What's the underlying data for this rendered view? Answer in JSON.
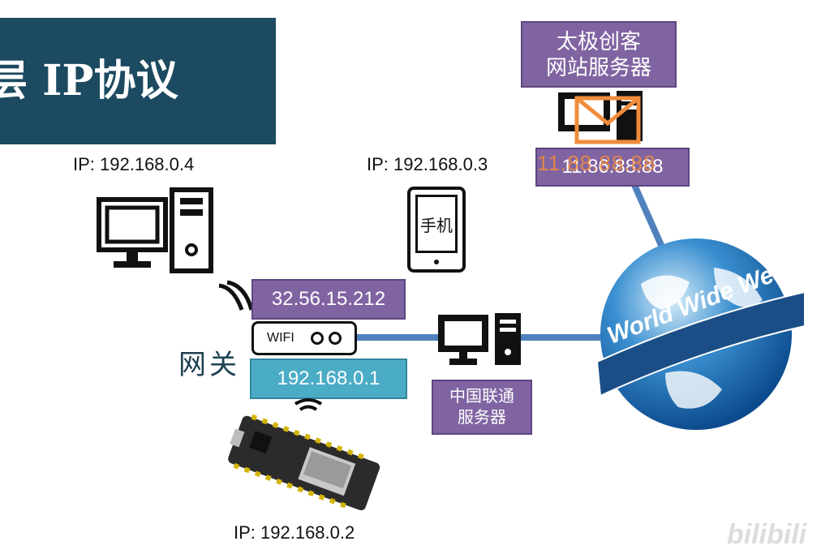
{
  "title": "层 IP协议",
  "devices": {
    "pc_ip": "IP: 192.168.0.4",
    "phone_ip": "IP: 192.168.0.3",
    "phone_label": "手机",
    "board_ip": "IP: 192.168.0.2"
  },
  "router": {
    "public_ip": "32.56.15.212",
    "wifi_label": "WIFI",
    "lan_ip": "192.168.0.1",
    "gateway_label": "网关"
  },
  "isp": {
    "line1": "中国联通",
    "line2": "服务器"
  },
  "server": {
    "line1": "太极创客",
    "line2": "网站服务器",
    "ip": "11.86.88.88",
    "ip_overlay": "11.88.88.88"
  },
  "globe_text": "World Wide Web",
  "watermark": "bilibili",
  "colors": {
    "title_bg": "#1c4a60",
    "purple_box": "#8064a2",
    "blue_box": "#4bacc6",
    "link_line": "#4f81bd",
    "envelope": "#f08c3c"
  }
}
